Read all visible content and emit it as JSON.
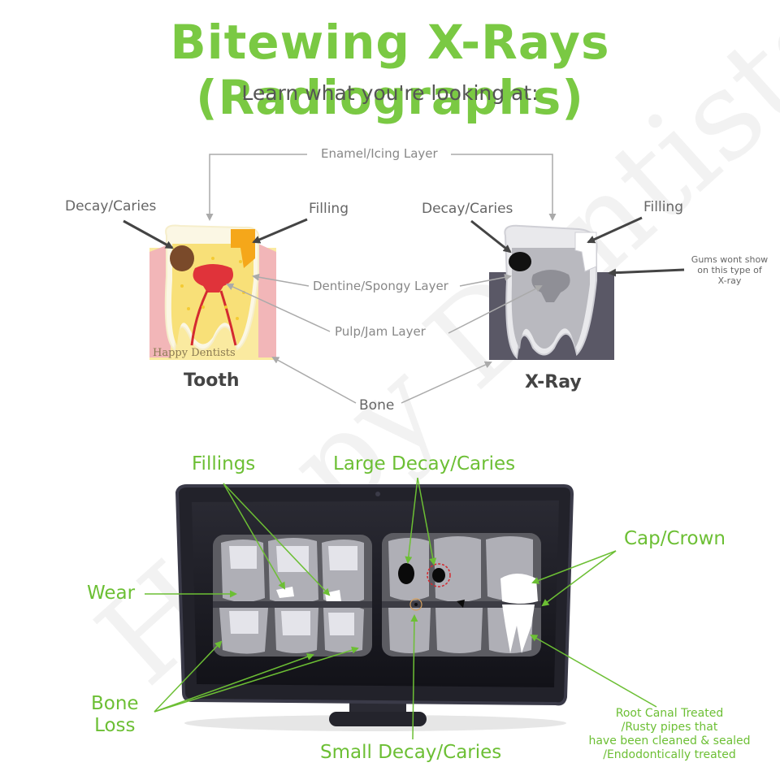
{
  "title": "Bitewing X-Rays (Radiographs)",
  "subtitle": "Learn what you're looking at:",
  "watermark": "Happy Dentists",
  "upper_diagram": {
    "enamel_label": "Enamel/Icing Layer",
    "decay_left": "Decay/Caries",
    "filling_left": "Filling",
    "decay_right": "Decay/Caries",
    "filling_right": "Filling",
    "gums_note": [
      "Gums wont show",
      "on this type of",
      "X-ray"
    ],
    "dentine_label": "Dentine/Spongy Layer",
    "pulp_label": "Pulp/Jam Layer",
    "tooth_label": "Tooth",
    "xray_label": "X-Ray",
    "bone_label": "Bone",
    "tooth_watermark": "Happy Dentists"
  },
  "lower_diagram": {
    "fillings": "Fillings",
    "large_decay": "Large Decay/Caries",
    "cap_crown": "Cap/Crown",
    "wear": "Wear",
    "bone_loss": [
      "Bone",
      "Loss"
    ],
    "small_decay": "Small Decay/Caries",
    "root_canal": [
      "Root Canal Treated",
      "/Rusty pipes that",
      "have been cleaned & sealed",
      "/Endodontically treated"
    ]
  },
  "colors": {
    "brand_green": "#7ac943",
    "label_green": "#6cbf34",
    "tooth_dentine": "#faeaa0",
    "pulp_red": "#e0333a",
    "decay_brown": "#7a4a2a",
    "filling_orange": "#f5a71a",
    "xray_bone": "#5a5866",
    "monitor": "#1e1e26"
  }
}
